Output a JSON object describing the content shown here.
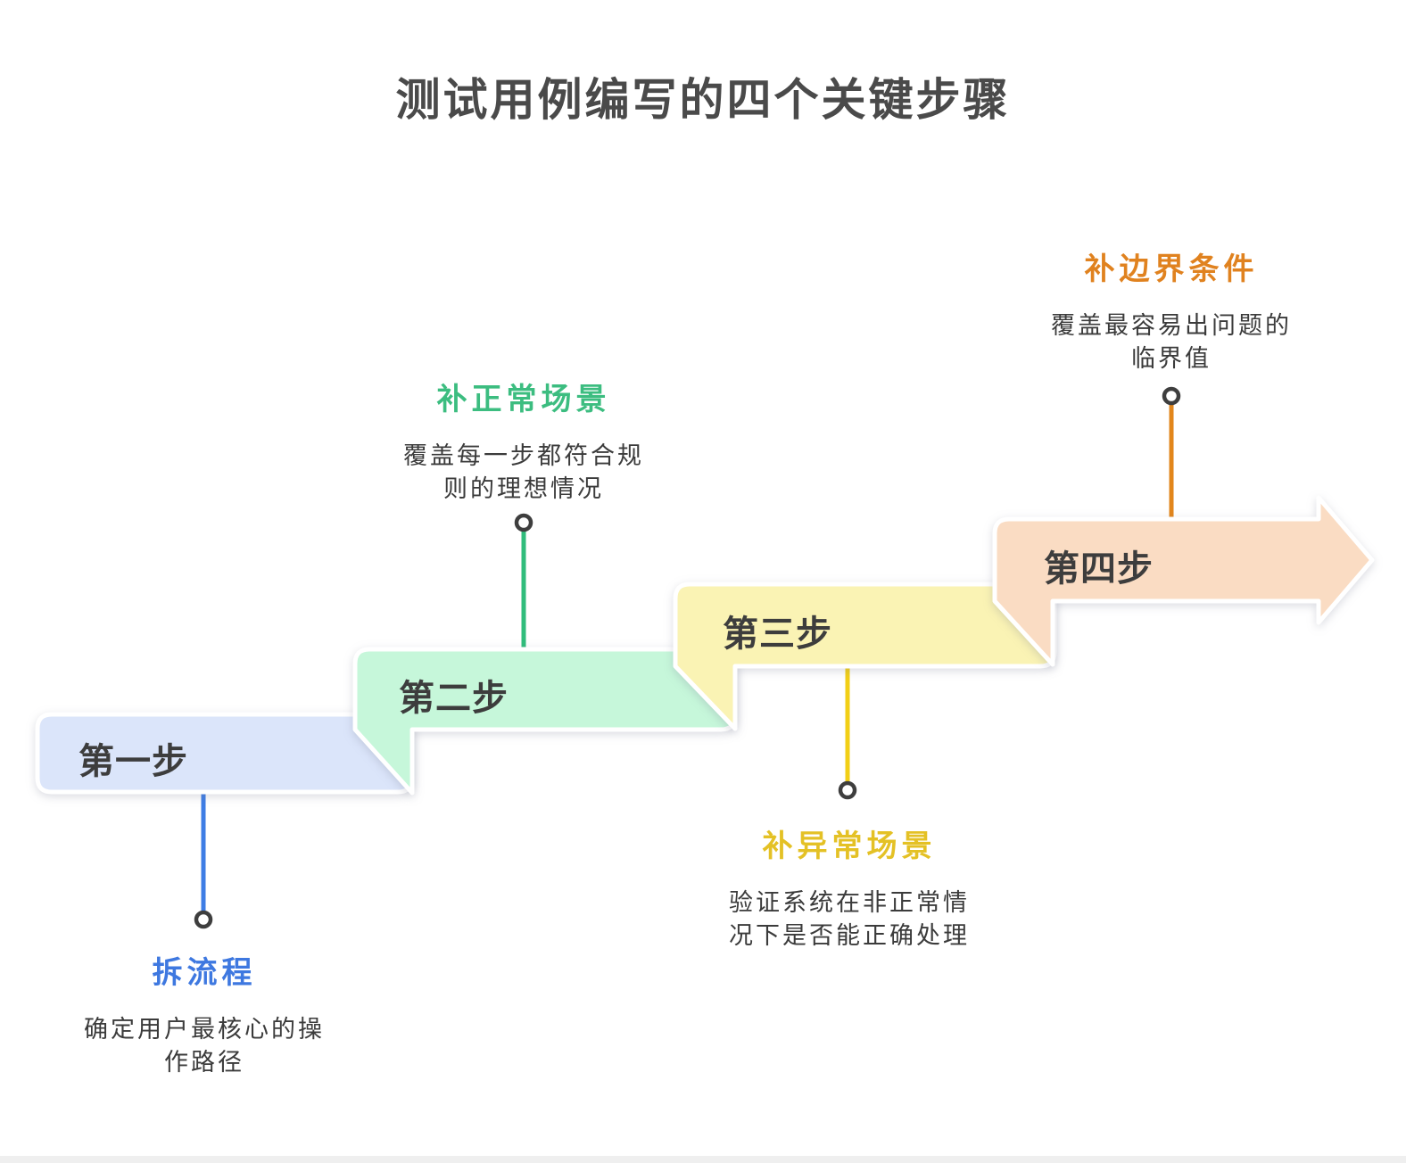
{
  "title": "测试用例编写的四个关键步骤",
  "colors": {
    "title_text": "#4a4a4a",
    "step_text": "#3d3d3d",
    "desc_text": "#3b3b3b",
    "dot_ring": "#3e3e3e",
    "box_outline": "#ffffff",
    "bottom_bar": "#efefef"
  },
  "steps": [
    {
      "label": "第一步",
      "box_color": "#dbe5fa",
      "accent": "#3e7de5",
      "annotation": {
        "title": "拆流程",
        "title_color": "#3e78e0",
        "desc_line1": "确定用户最核心的操",
        "desc_line2": "作路径"
      }
    },
    {
      "label": "第二步",
      "box_color": "#c6f7da",
      "accent": "#31bd7c",
      "annotation": {
        "title": "补正常场景",
        "title_color": "#3cbd80",
        "desc_line1": "覆盖每一步都符合规",
        "desc_line2": "则的理想情况"
      }
    },
    {
      "label": "第三步",
      "box_color": "#faf3b4",
      "accent": "#f2cf16",
      "annotation": {
        "title": "补异常场景",
        "title_color": "#e4c125",
        "desc_line1": "验证系统在非正常情",
        "desc_line2": "况下是否能正确处理"
      }
    },
    {
      "label": "第四步",
      "box_color": "#fadcc3",
      "accent": "#e2861c",
      "annotation": {
        "title": "补边界条件",
        "title_color": "#e0821f",
        "desc_line1": "覆盖最容易出问题的",
        "desc_line2": "临界值"
      }
    }
  ]
}
